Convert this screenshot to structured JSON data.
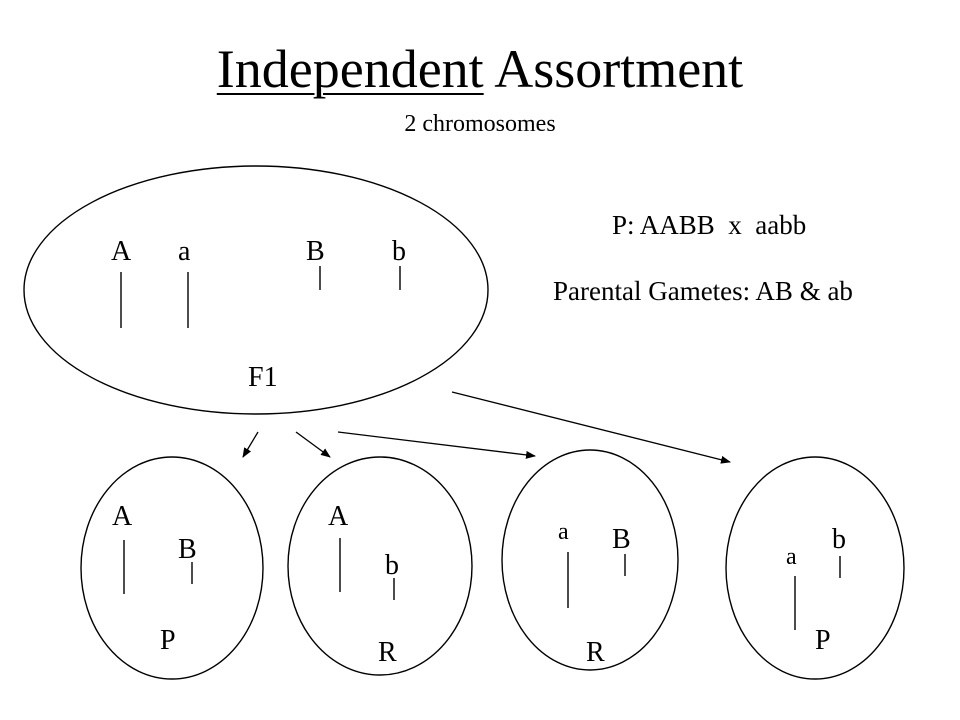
{
  "title": {
    "main": "Independent",
    "rest": "Assortment"
  },
  "subtitle": "2 chromosomes",
  "parent_cross": "P: AABB  x  aabb",
  "parental_gametes": "Parental Gametes: AB & ab",
  "f1_cell": {
    "label": "F1",
    "alleles": [
      "A",
      "a",
      "B",
      "b"
    ]
  },
  "gametes": [
    {
      "alleles": [
        "A",
        "B"
      ],
      "type": "P"
    },
    {
      "alleles": [
        "A",
        "b"
      ],
      "type": "R"
    },
    {
      "alleles": [
        "a",
        "B"
      ],
      "type": "R"
    },
    {
      "alleles": [
        "a",
        "b"
      ],
      "type": "P"
    }
  ]
}
